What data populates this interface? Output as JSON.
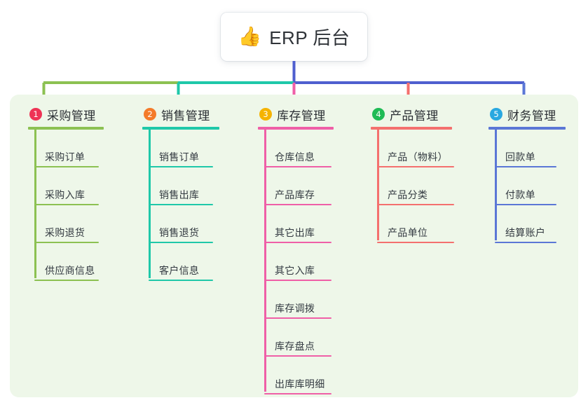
{
  "root": {
    "icon": "thumbs-up-emoji",
    "emoji": "👍",
    "title": "ERP 后台"
  },
  "panel": {
    "background": "#eef7e9"
  },
  "colors": {
    "green": "#8cc152",
    "teal": "#1fc8a9",
    "pink": "#ef5fa7",
    "salmon": "#f4706e",
    "blue": "#5b77d6",
    "indigo": "#4f5fcf",
    "badge1": "#ee3355",
    "badge2": "#f47b2a",
    "badge3": "#f5b301",
    "badge4": "#1fbb55",
    "badge5": "#29a8e0"
  },
  "columns": [
    {
      "index": "1",
      "badge": "①",
      "badge_number": "1",
      "title": "采购管理",
      "line_color": "#8cc152",
      "badge_color": "#ee3355",
      "items": [
        {
          "label": "采购订单"
        },
        {
          "label": "采购入库"
        },
        {
          "label": "采购退货"
        },
        {
          "label": "供应商信息"
        }
      ]
    },
    {
      "index": "2",
      "badge": "②",
      "badge_number": "2",
      "title": "销售管理",
      "line_color": "#1fc8a9",
      "badge_color": "#f47b2a",
      "items": [
        {
          "label": "销售订单"
        },
        {
          "label": "销售出库"
        },
        {
          "label": "销售退货"
        },
        {
          "label": "客户信息"
        }
      ]
    },
    {
      "index": "3",
      "badge": "③",
      "badge_number": "3",
      "title": "库存管理",
      "line_color": "#ef5fa7",
      "badge_color": "#f5b301",
      "items": [
        {
          "label": "仓库信息"
        },
        {
          "label": "产品库存"
        },
        {
          "label": "其它出库"
        },
        {
          "label": "其它入库"
        },
        {
          "label": "库存调拨"
        },
        {
          "label": "库存盘点"
        },
        {
          "label": "出库库明细"
        }
      ]
    },
    {
      "index": "4",
      "badge": "④",
      "badge_number": "4",
      "title": "产品管理",
      "line_color": "#f4706e",
      "badge_color": "#1fbb55",
      "items": [
        {
          "label": "产品（物料）"
        },
        {
          "label": "产品分类"
        },
        {
          "label": "产品单位"
        }
      ]
    },
    {
      "index": "5",
      "badge": "⑤",
      "badge_number": "5",
      "title": "财务管理",
      "line_color": "#5b77d6",
      "badge_color": "#29a8e0",
      "items": [
        {
          "label": "回款单"
        },
        {
          "label": "付款单"
        },
        {
          "label": "结算账户"
        }
      ]
    }
  ]
}
